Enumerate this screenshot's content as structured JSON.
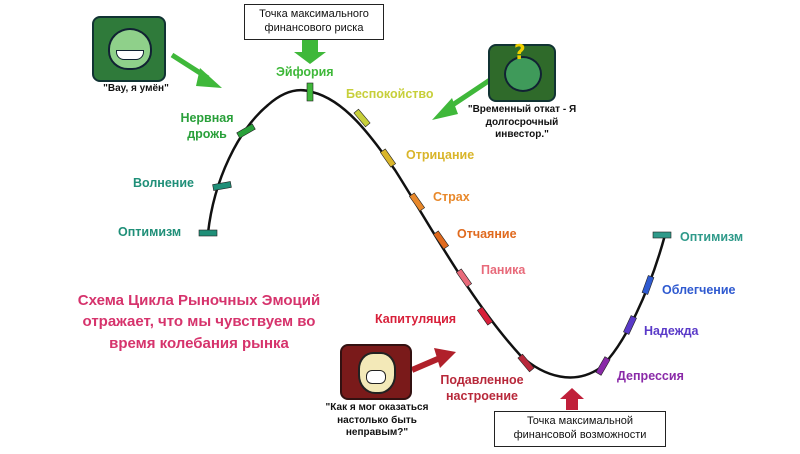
{
  "boxes": {
    "top": "Точка максимального финансового риска",
    "bottom": "Точка максимальной финансовой возможности"
  },
  "quotes": {
    "wow": "\"Вау, я умён\"",
    "investor": "\"Временный откат - Я долгосрочный инвестор.\"",
    "wrong": "\"Как я мог оказаться настолько быть неправым?\""
  },
  "caption": "Схема Цикла Рыночных Эмоций отражает, что мы чувствуем во время колебания рынка",
  "stages": [
    {
      "label": "Оптимизм",
      "color": "#1f8f78"
    },
    {
      "label": "Волнение",
      "color": "#1f8f78"
    },
    {
      "label": "Нервная дрожь",
      "color": "#29a03a"
    },
    {
      "label": "Эйфория",
      "color": "#3fb83a"
    },
    {
      "label": "Беспокойство",
      "color": "#c7cf3a"
    },
    {
      "label": "Отрицание",
      "color": "#d9b52a"
    },
    {
      "label": "Страх",
      "color": "#e8882a"
    },
    {
      "label": "Отчаяние",
      "color": "#e06a1e"
    },
    {
      "label": "Паника",
      "color": "#e86a7a"
    },
    {
      "label": "Капитуляция",
      "color": "#d8203a"
    },
    {
      "label": "Подавленное настроение",
      "color": "#b8283a"
    },
    {
      "label": "Депрессия",
      "color": "#8a2aa8"
    },
    {
      "label": "Надежда",
      "color": "#5a3ac8"
    },
    {
      "label": "Облегчение",
      "color": "#2f5ad0"
    },
    {
      "label": "Оптимизм",
      "color": "#2f9a8a"
    }
  ]
}
